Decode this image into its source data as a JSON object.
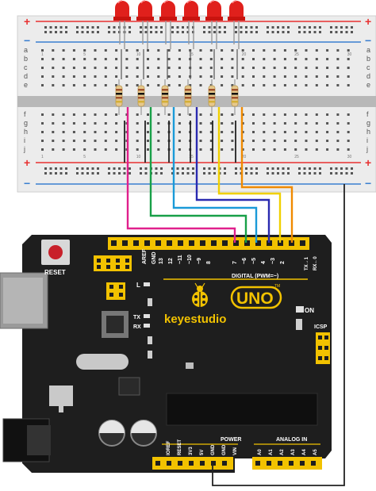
{
  "breadboard": {
    "rail_minus": "−",
    "rail_plus": "+",
    "row_letters_top": [
      "a",
      "b",
      "c",
      "d",
      "e"
    ],
    "row_letters_bottom": [
      "f",
      "g",
      "h",
      "i",
      "j"
    ],
    "column_marks": [
      "1",
      "5",
      "10",
      "15",
      "20",
      "25",
      "30"
    ]
  },
  "board": {
    "reset_label": "RESET",
    "brand": "keyestudio",
    "model": "UNO",
    "digital_label": "DIGITAL (PWM=~)",
    "on_label": "ON",
    "icsp_label": "ICSP",
    "tx_label": "TX",
    "rx_label": "RX",
    "l_label": "L",
    "aref_label": "AREF",
    "gnd_label": "GND",
    "power_label": "POWER",
    "analog_label": "ANALOG IN",
    "tx_arrow": "TX→1",
    "rx_arrow": "RX←0",
    "tm": "TM",
    "digital_pins": [
      "13",
      "12",
      "~11",
      "~10",
      "~9",
      "8",
      "7",
      "~6",
      "~5",
      "4",
      "~3",
      "2"
    ],
    "power_pins": [
      "IOREF",
      "RESET",
      "3V3",
      "5V",
      "GND",
      "GND",
      "VIN"
    ],
    "analog_pins": [
      "A0",
      "A1",
      "A2",
      "A3",
      "A4",
      "A5"
    ]
  },
  "colors": {
    "led": "#e0201c",
    "board": "#1e1e1e",
    "header": "#f2c200",
    "rail_red": "#e83030",
    "rail_blue": "#3a7fd0",
    "wires": [
      "#e0208c",
      "#18a048",
      "#1a9ad8",
      "#2a2ab0",
      "#f0d000",
      "#f08a00"
    ],
    "gnd_wire": "#222222"
  },
  "icons": {
    "ladybug": "ladybug-logo-icon"
  }
}
